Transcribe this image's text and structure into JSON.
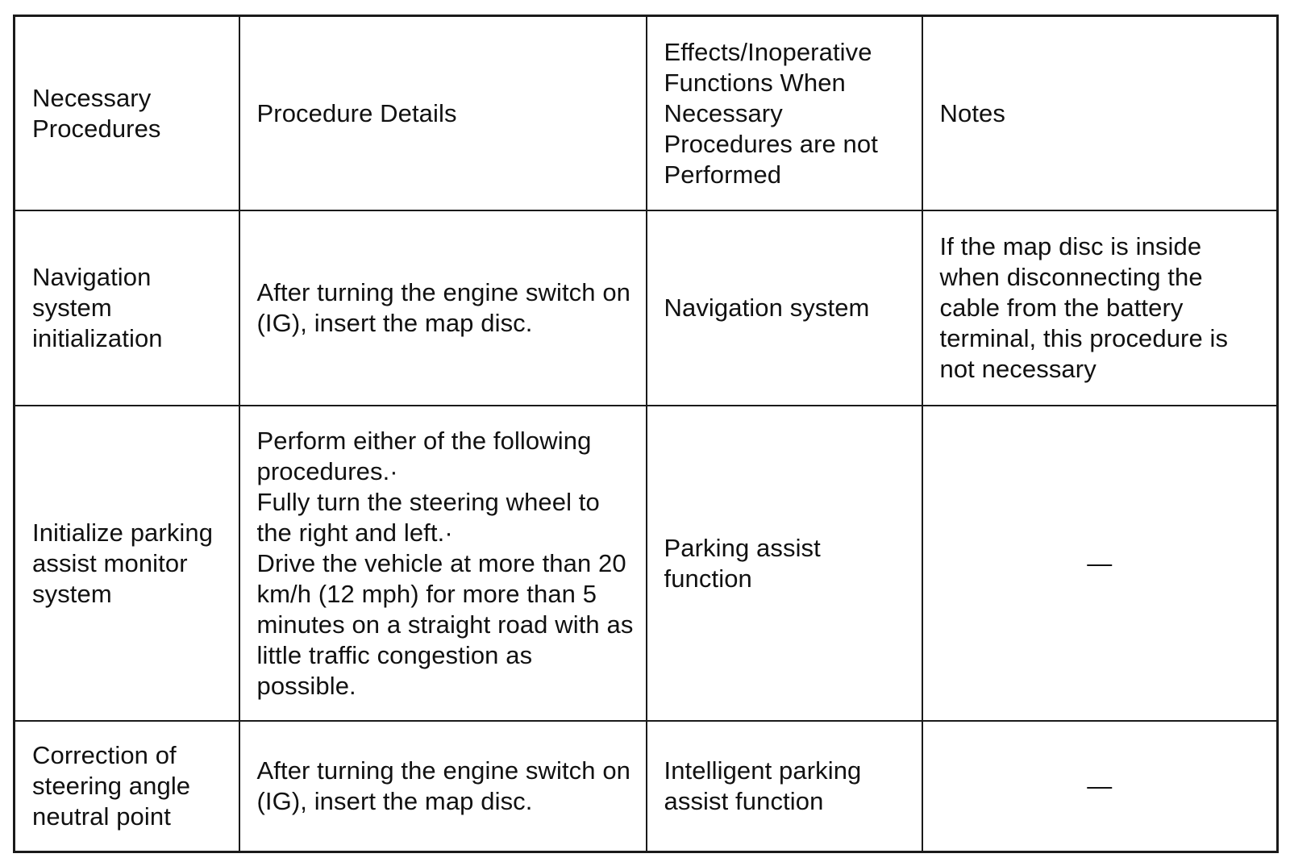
{
  "table": {
    "headers": [
      "Necessary Procedures",
      "Procedure Details",
      "Effects/Inoperative Functions When Necessary Procedures are not Performed",
      "Notes"
    ],
    "rows": [
      {
        "procedure": "Navigation system initialization",
        "details": [
          "After turning the engine switch on (IG), insert the map disc."
        ],
        "effects": "Navigation system",
        "notes": "If the map disc is inside when disconnecting the cable from the battery terminal, this procedure is not necessary"
      },
      {
        "procedure": "Initialize parking assist monitor system",
        "details": [
          "Perform either of the following procedures.·",
          "Fully turn the steering wheel to the right and left.·",
          "Drive the vehicle at more than 20 km/h (12 mph) for more than 5 minutes on a straight road with as little traffic congestion as possible."
        ],
        "effects": "Parking assist function",
        "notes": "—"
      },
      {
        "procedure": "Correction of steering angle neutral point",
        "details": [
          "After turning the engine switch on (IG), insert the map disc."
        ],
        "effects": "Intelligent parking assist function",
        "notes": "—"
      }
    ]
  }
}
